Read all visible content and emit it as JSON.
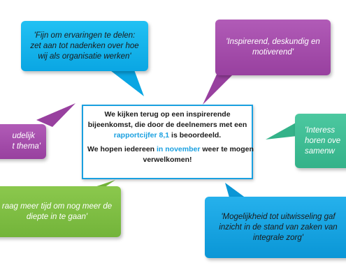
{
  "center": {
    "p1_lines": [
      "We kijken terug op een inspirerende",
      "bijeenkomst, die door de deelnemers met een"
    ],
    "p1_highlight": "rapportcijfer 8,1",
    "p1_tail": " is beoordeeld.",
    "p2_pre": "We hopen iedereen ",
    "p2_highlight": "in november",
    "p2_post": " weer te mogen",
    "p2_line2": "verwelkomen!"
  },
  "quotes": {
    "top_left": [
      "'Fijn om ervaringen te delen:",
      "zet aan tot nadenken over hoe",
      "wij als organisatie werken'"
    ],
    "top_right": [
      "'Inspirerend, deskundig en",
      "motiverend'"
    ],
    "mid_left": [
      "udelijk",
      "t thema'"
    ],
    "mid_right": [
      "'Interess",
      "horen ove",
      "samenw"
    ],
    "bottom_left": [
      "raag meer tijd om nog meer de",
      "diepte in te gaan'"
    ],
    "bottom_right": [
      "'Mogelijkheid tot uitwisseling gaf",
      "inzicht in de stand van zaken van",
      "integrale zorg'"
    ]
  },
  "colors": {
    "cyan": "#0aa6e3",
    "purple": "#98409f",
    "teal": "#34b289",
    "green": "#73b43a",
    "blue": "#0a96d6",
    "center_border": "#1aa0e0"
  }
}
